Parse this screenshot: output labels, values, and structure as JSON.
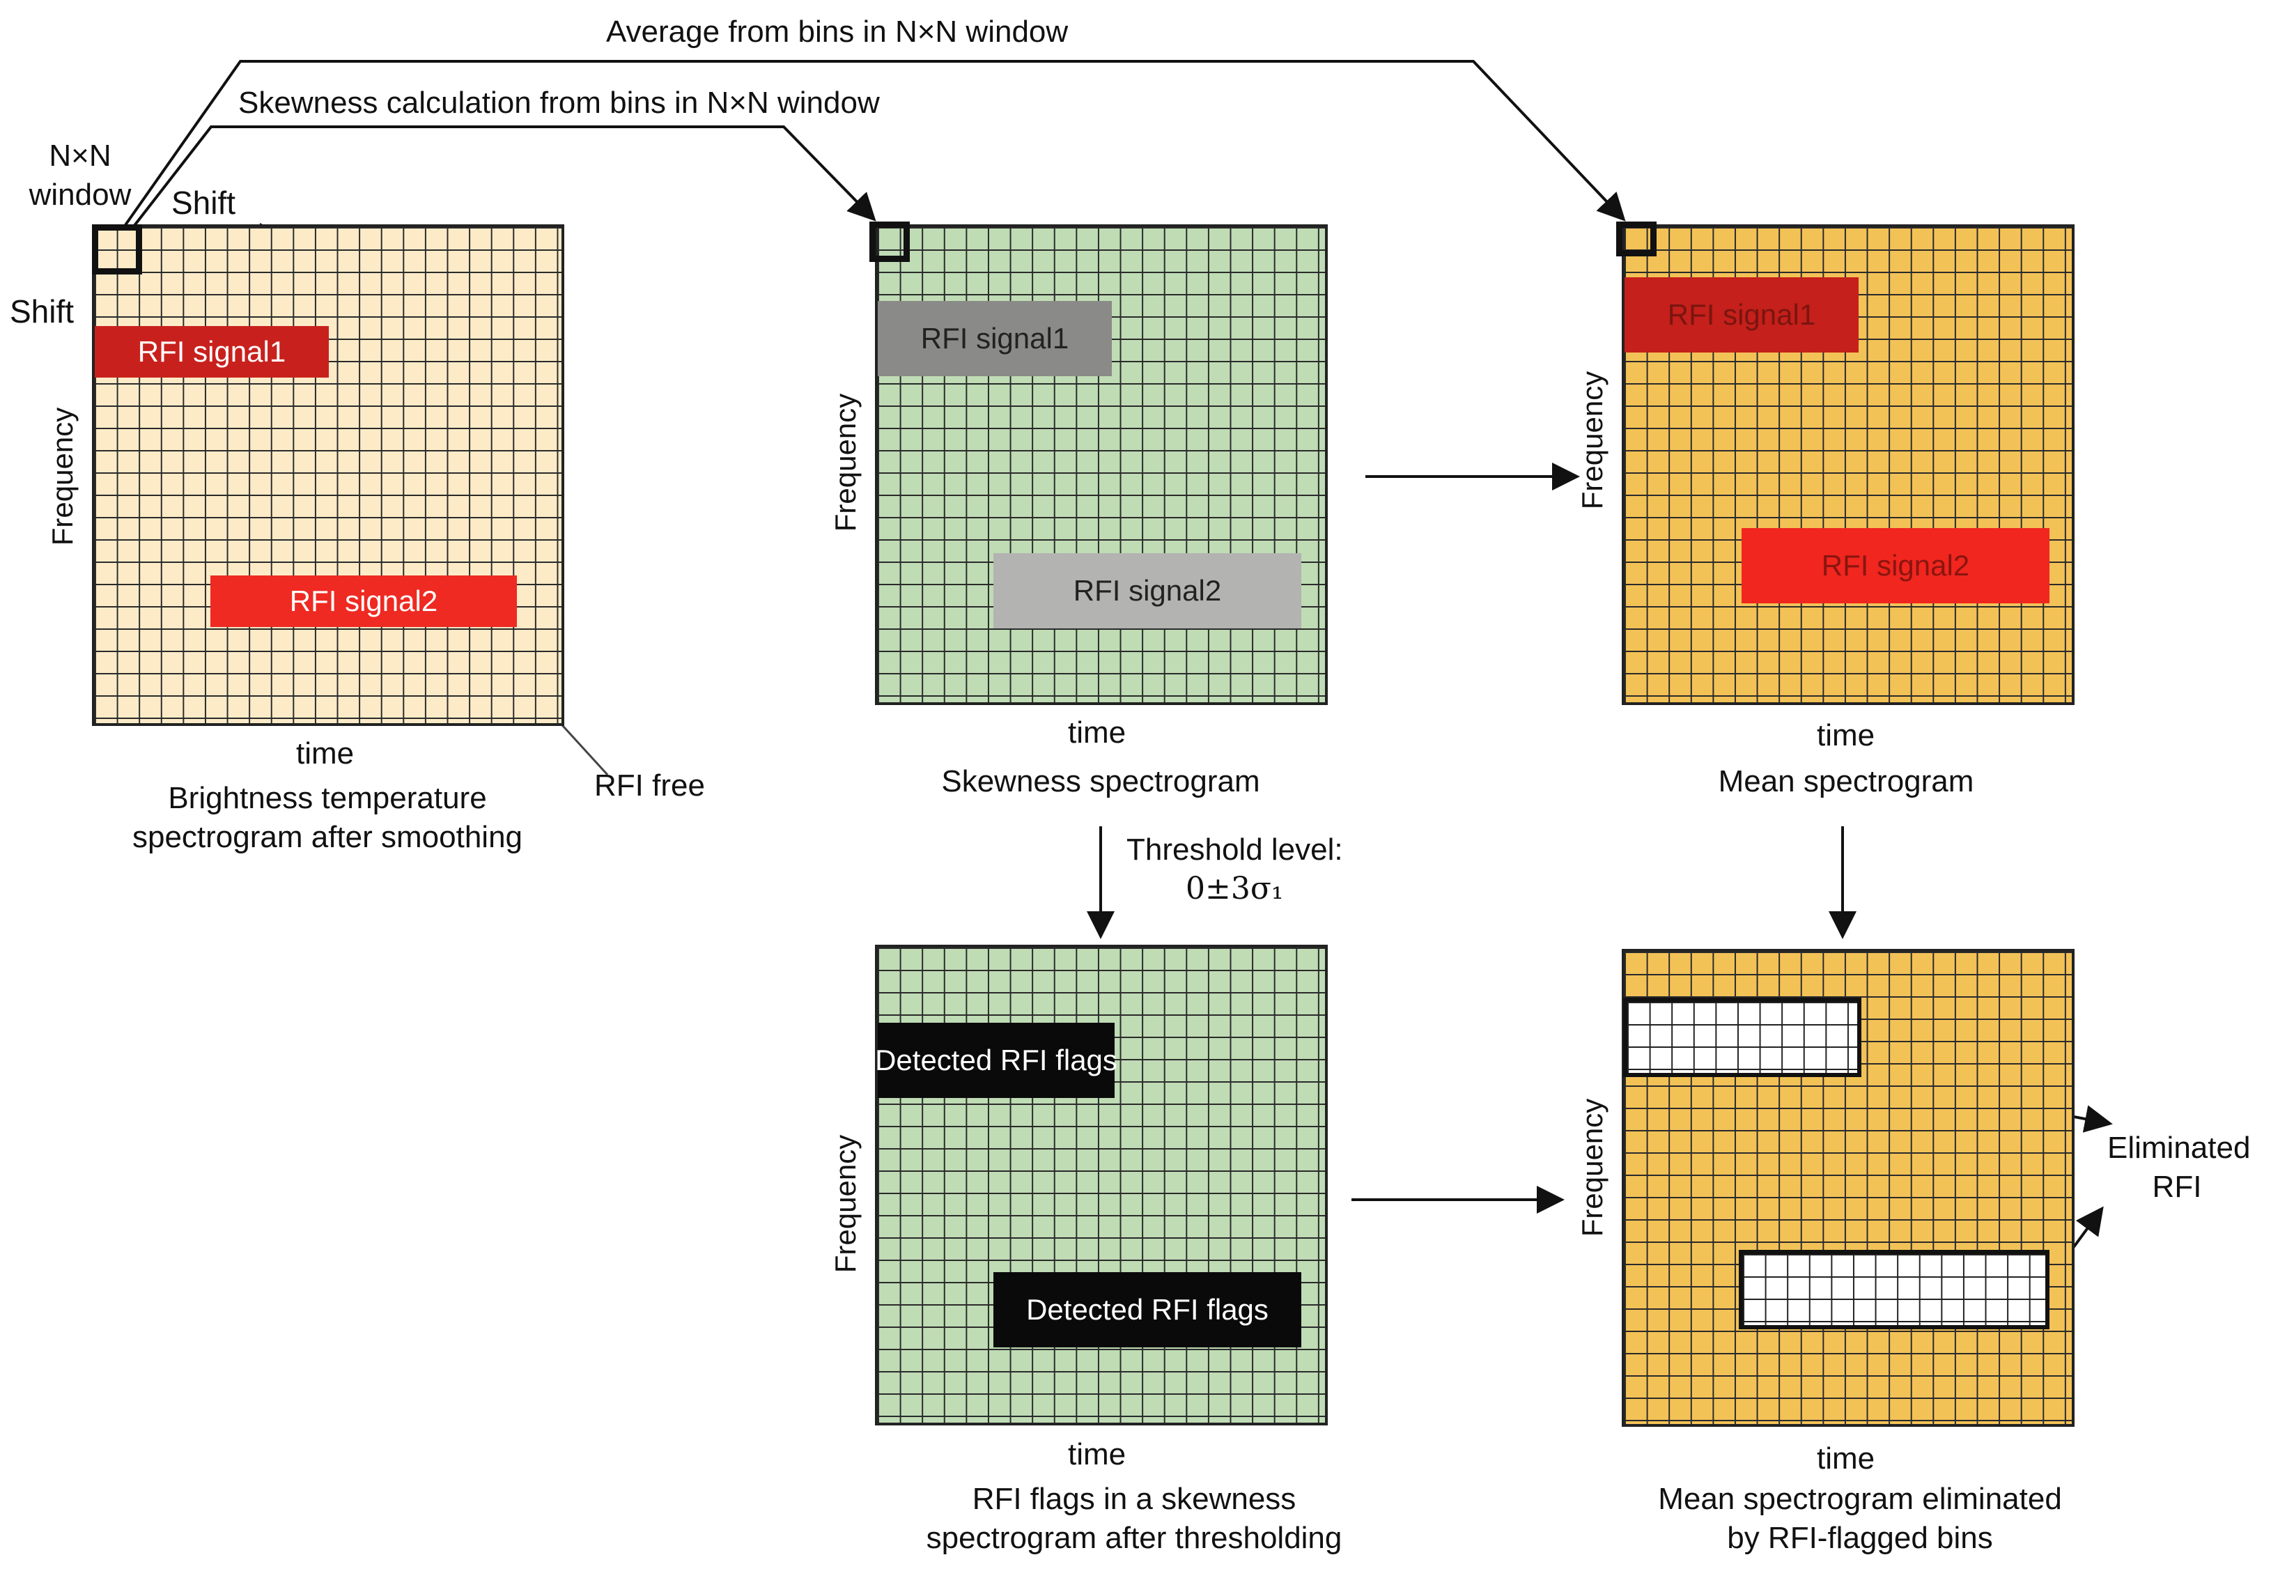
{
  "labels": {
    "average_from_bins": "Average from bins in N×N window",
    "skewness_calc": "Skewness calculation from bins in N×N window",
    "nxn_line1": "N×N",
    "nxn_line2": "window",
    "shift_horizontal": "Shift",
    "shift_vertical": "Shift",
    "rfi_free": "RFI free",
    "threshold_line1": "Threshold level:",
    "threshold_line2": "0±3σ₁",
    "eliminated_line1": "Eliminated",
    "eliminated_line2": "RFI"
  },
  "panels": {
    "brightness": {
      "frequency": "Frequency",
      "time": "time",
      "caption_line1": "Brightness temperature",
      "caption_line2": "spectrogram after smoothing",
      "signal1": "RFI signal1",
      "signal2": "RFI signal2"
    },
    "skewness": {
      "frequency": "Frequency",
      "time": "time",
      "caption": "Skewness spectrogram",
      "signal1": "RFI signal1",
      "signal2": "RFI signal2"
    },
    "mean": {
      "frequency": "Frequency",
      "time": "time",
      "caption": "Mean spectrogram",
      "signal1": "RFI signal1",
      "signal2": "RFI signal2"
    },
    "flags": {
      "frequency": "Frequency",
      "time": "time",
      "caption_line1": "RFI flags in a skewness",
      "caption_line2": "spectrogram after thresholding",
      "flag1": "Detected RFI flags",
      "flag2": "Detected RFI flags"
    },
    "eliminated": {
      "frequency": "Frequency",
      "time": "time",
      "caption_line1": "Mean spectrogram eliminated",
      "caption_line2": "by RFI-flagged bins"
    }
  },
  "colors": {
    "beige_grid": "#fdebc8",
    "green_grid": "#bfdcb5",
    "yellow_grid": "#f3c257",
    "rfi_red_dark": "#c8211d",
    "rfi_red": "#ee2a22",
    "gray_dark": "#8a8a88",
    "gray_light": "#b3b3b1",
    "flag_black": "#0a0a0a"
  }
}
